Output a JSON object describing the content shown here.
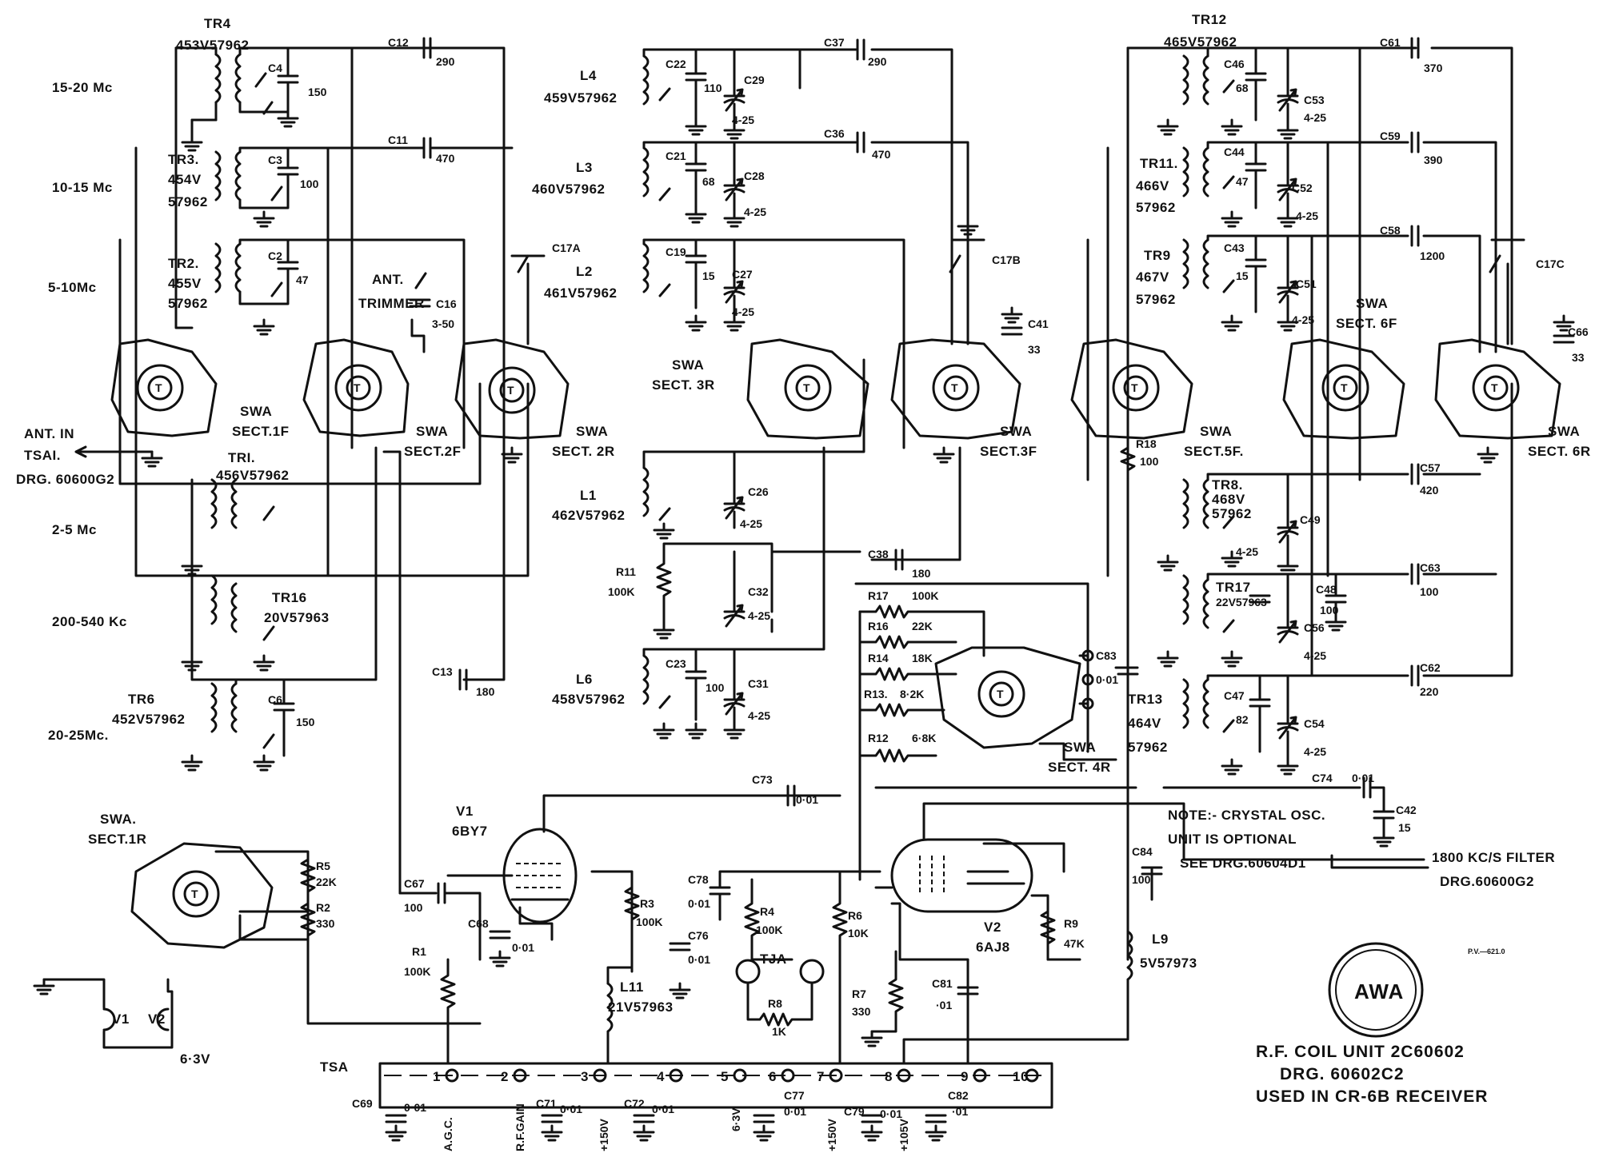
{
  "bands": {
    "b1": "15-20 Mc",
    "b2": "10-15 Mc",
    "b3": "5-10Mc",
    "b4": "2-5 Mc",
    "b5": "200-540 Kc",
    "b6": "20-25Mc."
  },
  "transformers": {
    "tr4": "TR4",
    "tr4_part": "453V57962",
    "tr3": "TR3.",
    "tr3_part_a": "454V",
    "tr3_part_b": "57962",
    "tr2": "TR2.",
    "tr2_part_a": "455V",
    "tr2_part_b": "57962",
    "tr1": "TRI.",
    "tr1_part": "456V57962",
    "tr16": "TR16",
    "tr16_part": "20V57963",
    "tr6": "TR6",
    "tr6_part": "452V57962",
    "tr12": "TR12",
    "tr12_part": "465V57962",
    "tr11": "TR11.",
    "tr11_part_a": "466V",
    "tr11_part_b": "57962",
    "tr9": "TR9",
    "tr9_part_a": "467V",
    "tr9_part_b": "57962",
    "tr8": "TR8.",
    "tr8_part_a": "468V",
    "tr8_part_b": "57962",
    "tr17": "TR17",
    "tr17_part": "22V57963",
    "tr13": "TR13",
    "tr13_part_a": "464V",
    "tr13_part_b": "57962"
  },
  "coils": {
    "l4": "L4",
    "l4_part": "459V57962",
    "l3": "L3",
    "l3_part": "460V57962",
    "l2": "L2",
    "l2_part": "461V57962",
    "l1": "L1",
    "l1_part": "462V57962",
    "l6": "L6",
    "l6_part": "458V57962",
    "l9": "L9",
    "l9_part": "5V57973",
    "l11": "L11",
    "l11_part": "21V57963"
  },
  "capacitors": {
    "c4": "C4",
    "c4_v": "150",
    "c3": "C3",
    "c3_v": "100",
    "c2": "C2",
    "c2_v": "47",
    "c6": "C6",
    "c6_v": "150",
    "c12": "C12",
    "c12_v": "290",
    "c11": "C11",
    "c11_v": "470",
    "c13": "C13",
    "c13_v": "180",
    "c16": "C16",
    "c16_v": "3-50",
    "c17a": "C17A",
    "c17b": "C17B",
    "c17c": "C17C",
    "c22": "C22",
    "c22_v": "110",
    "c29": "C29",
    "c29_v": "4-25",
    "c21": "C21",
    "c21_v": "68",
    "c28": "C28",
    "c28_v": "4-25",
    "c19": "C19",
    "c19_v": "15",
    "c27": "C27",
    "c27_v": "4-25",
    "c26": "C26",
    "c26_v": "4-25",
    "c32": "C32",
    "c32_v": "4-25",
    "c23": "C23",
    "c23_v": "100",
    "c31": "C31",
    "c31_v": "4-25",
    "c37": "C37",
    "c37_v": "290",
    "c36": "C36",
    "c36_v": "470",
    "c38": "C38",
    "c38_v": "180",
    "c41": "C41",
    "c41_v": "33",
    "c83": "C83",
    "c83_v": "0·01",
    "c46": "C46",
    "c46_v": "68",
    "c53": "C53",
    "c53_v": "4-25",
    "c44": "C44",
    "c44_v": "47",
    "c52": "C52",
    "c52_v": "4-25",
    "c43": "C43",
    "c43_v": "15",
    "c51": "C51",
    "c51_v": "4-25",
    "c49": "C49",
    "c49_v": "4-25",
    "c48": "C48",
    "c48_v": "100",
    "c56": "C56",
    "c56_v": "4-25",
    "c47": "C47",
    "c47_v": "82",
    "c54": "C54",
    "c54_v": "4-25",
    "c61": "C61",
    "c61_v": "370",
    "c59": "C59",
    "c59_v": "390",
    "c58": "C58",
    "c58_v": "1200",
    "c57": "C57",
    "c57_v": "420",
    "c63": "C63",
    "c63_v": "100",
    "c62": "C62",
    "c62_v": "220",
    "c66": "C66",
    "c66_v": "33",
    "c73": "C73",
    "c73_v": "0·01",
    "c74": "C74",
    "c74_v": "0·01",
    "c42": "C42",
    "c42_v": "15",
    "c84": "C84",
    "c84_v": "100",
    "c67": "C67",
    "c67_v": "100",
    "c68": "C68",
    "c68_v": "0·01",
    "c78": "C78",
    "c78_v": "0·01",
    "c76": "C76",
    "c76_v": "0·01",
    "c81": "C81",
    "c81_v": "·01",
    "c69": "C69",
    "c69_v": "0·01",
    "c71": "C71",
    "c71_v": "0·01",
    "c72": "C72",
    "c72_v": "0·01",
    "c77": "C77",
    "c77_v": "0·01",
    "c79": "C79",
    "c79_v": "0·01",
    "c82": "C82",
    "c82_v": "·01"
  },
  "resistors": {
    "r11": "R11",
    "r11_v": "100K",
    "r17": "R17",
    "r17_v": "100K",
    "r16": "R16",
    "r16_v": "22K",
    "r14": "R14",
    "r14_v": "18K",
    "r13": "R13.",
    "r13_v": "8·2K",
    "r12": "R12",
    "r12_v": "6·8K",
    "r18": "R18",
    "r18_v": "100",
    "r5": "R5",
    "r5_v": "22K",
    "r2": "R2",
    "r2_v": "330",
    "r1": "R1",
    "r1_v": "100K",
    "r3": "R3",
    "r3_v": "100K",
    "r4": "R4",
    "r4_v": "100K",
    "r6": "R6",
    "r6_v": "10K",
    "r7": "R7",
    "r7_v": "330",
    "r8": "R8",
    "r8_v": "1K",
    "r9": "R9",
    "r9_v": "47K"
  },
  "switches": {
    "sect1f_a": "SWA",
    "sect1f_b": "SECT.1F",
    "sect2f_a": "SWA",
    "sect2f_b": "SECT.2F",
    "sect2r_a": "SWA",
    "sect2r_b": "SECT. 2R",
    "sect3r_a": "SWA",
    "sect3r_b": "SECT. 3R",
    "sect3f_a": "SWA",
    "sect3f_b": "SECT.3F",
    "sect5f_a": "SWA",
    "sect5f_b": "SECT.5F.",
    "sect6f_a": "SWA",
    "sect6f_b": "SECT. 6F",
    "sect6r_a": "SWA",
    "sect6r_b": "SECT. 6R",
    "sect4r_a": "SWA",
    "sect4r_b": "SECT. 4R",
    "sect1r_a": "SWA.",
    "sect1r_b": "SECT.1R",
    "rotor": "T"
  },
  "antenna": {
    "ant_trimmer_a": "ANT.",
    "ant_trimmer_b": "TRIMMER",
    "ant_in": "ANT. IN",
    "tsa1": "TSAI.",
    "drg": "DRG. 60600G2"
  },
  "tubes": {
    "v1": "V1",
    "v1_type": "6BY7",
    "v2": "V2",
    "v2_type": "6AJ8",
    "heater_v1": "V1",
    "heater_v2": "V2",
    "heater_supply": "6·3V",
    "tja": "TJA"
  },
  "terminals": {
    "tsa": "TSA",
    "labels": [
      "1",
      "2",
      "3",
      "4",
      "5",
      "6",
      "7",
      "8",
      "9",
      "10"
    ],
    "agc": "A.G.C.",
    "rfgain": "R.F.GAIN",
    "p150": "+150V",
    "v63": "6·3V",
    "p150b": "+150V",
    "p105": "+105V"
  },
  "notes": {
    "n1": "NOTE:- CRYSTAL OSC.",
    "n2": "UNIT IS OPTIONAL",
    "n3": "SEE DRG.60604D1",
    "filter1": "1800 KC/S FILTER",
    "filter2": "DRG.60600G2",
    "pv": "P.V.—621.0"
  },
  "title_block": {
    "logo": "AWA",
    "line1": "R.F. COIL UNIT 2C60602",
    "line2": "DRG. 60602C2",
    "line3": "USED IN CR-6B RECEIVER"
  }
}
